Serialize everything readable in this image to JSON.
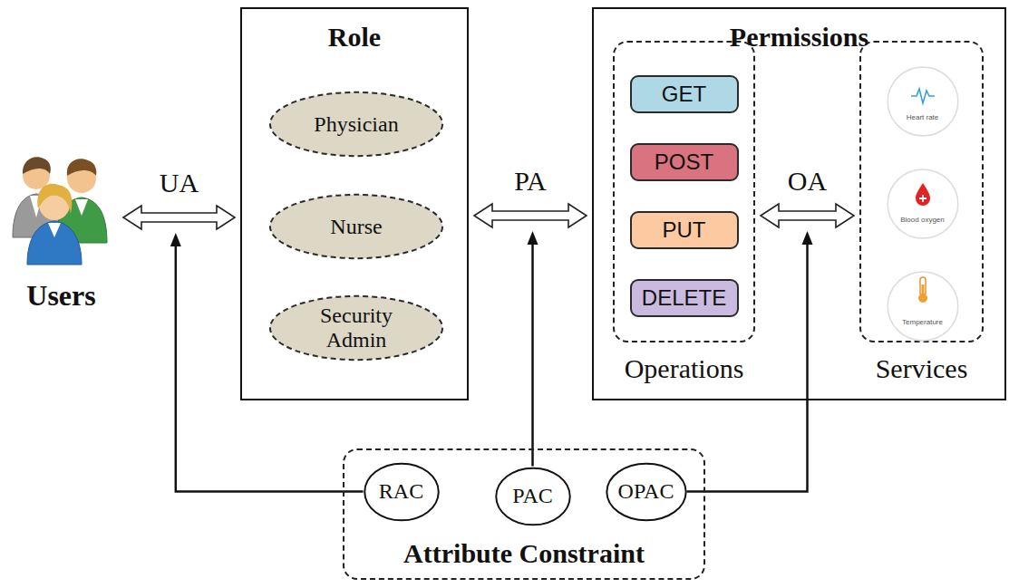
{
  "diagram": {
    "nodes": [
      {
        "text": [
          "Users"
        ]
      },
      {
        "text": [
          "Role"
        ]
      },
      {
        "text": [
          "Physician"
        ],
        "in": 1
      },
      {
        "text": [
          "Nurse"
        ],
        "in": 1
      },
      {
        "text": [
          "Security Admin"
        ],
        "in": 1
      },
      {
        "text": [
          "Permissions"
        ]
      },
      {
        "text": [
          "Operations"
        ],
        "in": 5
      },
      {
        "text": [
          "GET"
        ],
        "in": 6
      },
      {
        "text": [
          "POST"
        ],
        "in": 6
      },
      {
        "text": [
          "PUT"
        ],
        "in": 6
      },
      {
        "text": [
          "DELETE"
        ],
        "in": 6
      },
      {
        "text": [
          "Services"
        ],
        "in": 5
      },
      {
        "text": [
          "Heart rate"
        ],
        "in": 11
      },
      {
        "text": [
          "Blood oxygen"
        ],
        "in": 11
      },
      {
        "text": [
          "Temperature"
        ],
        "in": 11
      },
      {
        "text": [
          "Attribute Constraint"
        ]
      },
      {
        "text": [
          "RAC"
        ],
        "in": 15
      },
      {
        "text": [
          "PAC"
        ],
        "in": 15
      },
      {
        "text": [
          "OPAC"
        ],
        "in": 15
      }
    ],
    "edges": [
      {
        "from": 0,
        "to": 1,
        "label": "UA",
        "arrow": "both"
      },
      {
        "from": 1,
        "to": 5,
        "label": "PA",
        "arrow": "both"
      },
      {
        "from": 6,
        "to": 11,
        "label": "OA",
        "arrow": "both"
      }
    ]
  }
}
